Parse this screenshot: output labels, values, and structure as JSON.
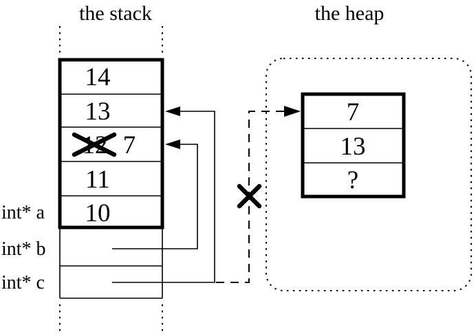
{
  "titles": {
    "stack": "the stack",
    "heap": "the heap"
  },
  "stack": {
    "cells": [
      {
        "value": "14"
      },
      {
        "value": "13"
      },
      {
        "value": "12",
        "crossed_out": true,
        "new_value": "7"
      },
      {
        "value": "11"
      },
      {
        "value": "10"
      }
    ]
  },
  "heap": {
    "cells": [
      {
        "value": "7"
      },
      {
        "value": "13"
      },
      {
        "value": "?"
      }
    ]
  },
  "variables": [
    {
      "label": "int* a"
    },
    {
      "label": "int* b"
    },
    {
      "label": "int* c"
    }
  ],
  "colors": {
    "ink": "#000000",
    "background": "#ffffff"
  }
}
